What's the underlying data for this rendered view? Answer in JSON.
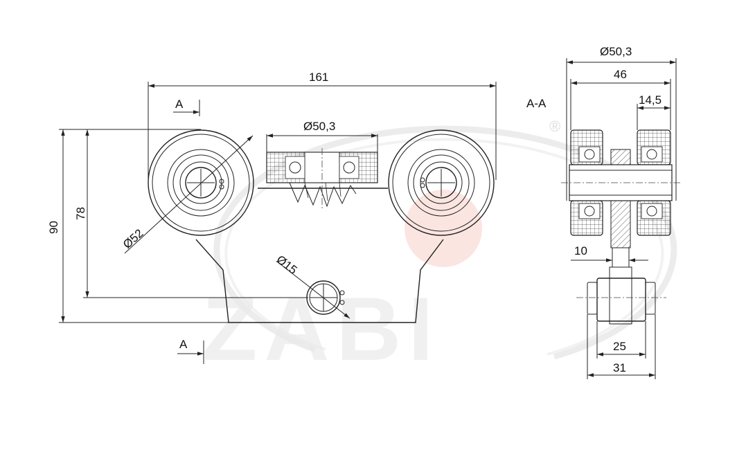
{
  "drawing": {
    "watermark": {
      "brand": "ZABI",
      "registered_mark": "®",
      "accent_color": "#f3b8b0",
      "gray_color": "#e4e4e4"
    },
    "front_view": {
      "width_label": "161",
      "height_outer_label": "90",
      "height_inner_label": "78",
      "wheel_diameter_label": "Ø52",
      "guide_wheel_diameter_label": "Ø50,3",
      "pin_diameter_label": "Ø15",
      "section_marker_top": "A",
      "section_marker_bottom": "A"
    },
    "section_view": {
      "title": "A-A",
      "outer_diameter_label": "Ø50,3",
      "width_46_label": "46",
      "width_14_5_label": "14,5",
      "width_10_label": "10",
      "width_25_label": "25",
      "width_31_label": "31"
    },
    "colors": {
      "line": "#222222",
      "hatch": "#555555"
    }
  }
}
